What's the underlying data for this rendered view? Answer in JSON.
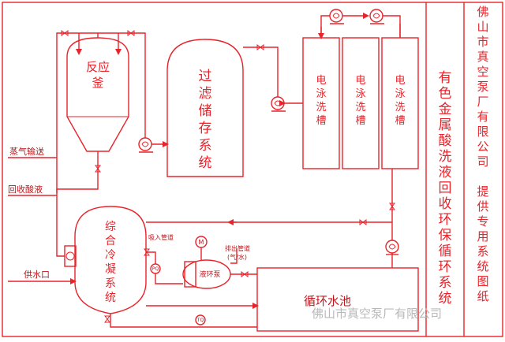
{
  "title": {
    "vertical_right": "佛山市真空泵厂有限公司　提供专用系统图纸",
    "vertical_main": "有色金属酸洗液回收环保循环系统"
  },
  "equipment": {
    "reactor": "反应釜",
    "filter_storage": "过滤储存系统",
    "tank1": "电泳洗槽",
    "tank2": "电泳洗槽",
    "tank3": "电泳洗槽",
    "condenser": "综合冷凝系统",
    "pool": "循环水池",
    "liquid_ring_pump": "液环泵"
  },
  "labels": {
    "steam": "蒸气输送",
    "acid_return": "回收酸液",
    "water_in": "供水口",
    "inlet_pipe": "吸入管道",
    "outlet_pipe": "排出管道",
    "outlet_pipe_sub": "(气/水)",
    "motor": "M",
    "pq": "PQ",
    "tq": "TQ"
  },
  "watermark": "佛山市真空泵厂有限公司",
  "colors": {
    "line": "#e8232a",
    "text_red": "#e8232a",
    "text_dark": "#c0141a",
    "watermark": "#b8b8b8"
  }
}
